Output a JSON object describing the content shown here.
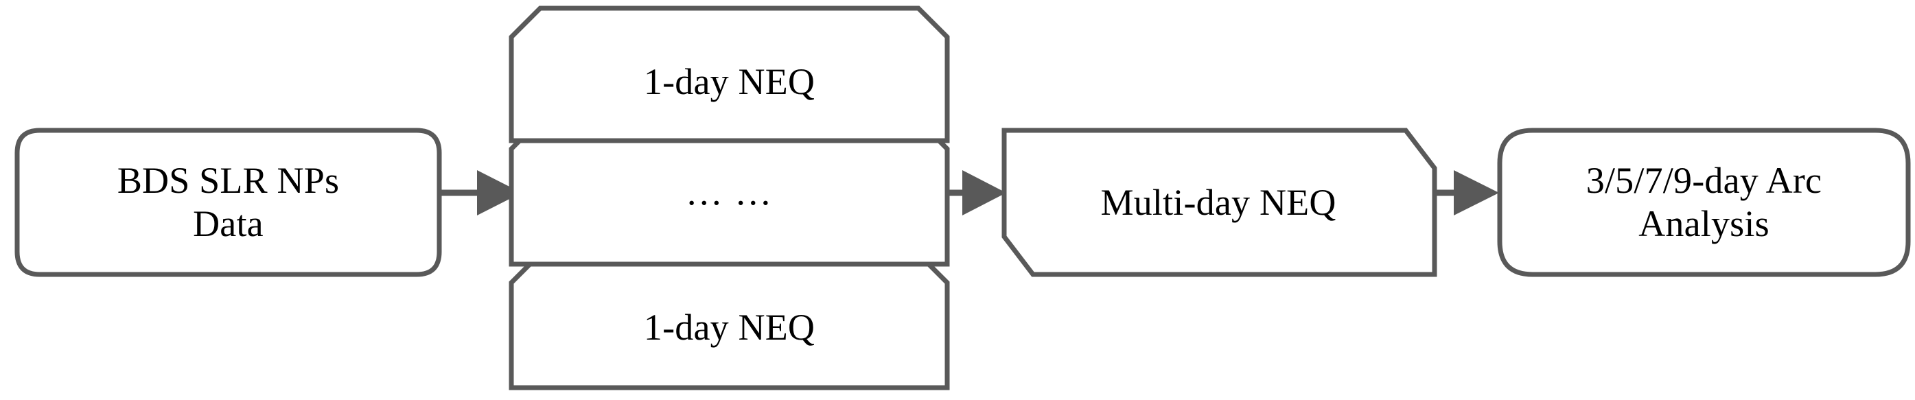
{
  "diagram": {
    "title": "BDS SLR multi-day arc processing flow",
    "type": "flowchart",
    "orientation": "left-to-right",
    "colors": {
      "border": "#595959",
      "fill": "#ffffff",
      "text": "#000000",
      "arrow": "#595959"
    },
    "nodes": [
      {
        "id": "source",
        "label": "BDS SLR NPs\nData",
        "shape": "rounded-rectangle",
        "order": 1
      },
      {
        "id": "neq-top",
        "label": "1-day NEQ",
        "shape": "chamfered-top-rectangle",
        "order": 2,
        "stack_position": "top"
      },
      {
        "id": "neq-mid",
        "label": "… …",
        "shape": "chamfered-top-rectangle",
        "order": 3,
        "stack_position": "middle"
      },
      {
        "id": "neq-bot",
        "label": "1-day NEQ",
        "shape": "chamfered-top-rectangle",
        "order": 4,
        "stack_position": "bottom"
      },
      {
        "id": "multiday",
        "label": "Multi-day NEQ",
        "shape": "chamfered-corner-rectangle",
        "order": 5
      },
      {
        "id": "arc",
        "label": "3/5/7/9-day Arc\nAnalysis",
        "shape": "rounded-rectangle",
        "order": 6
      }
    ],
    "edges": [
      {
        "id": "edge-source-to-neq",
        "from": "source",
        "to": "neq-stack",
        "style": "solid-filled-arrow"
      },
      {
        "id": "edge-neq-to-multiday",
        "from": "neq-stack",
        "to": "multiday",
        "style": "solid-filled-arrow"
      },
      {
        "id": "edge-multiday-to-arc",
        "from": "multiday",
        "to": "arc",
        "style": "solid-filled-arrow"
      }
    ]
  }
}
